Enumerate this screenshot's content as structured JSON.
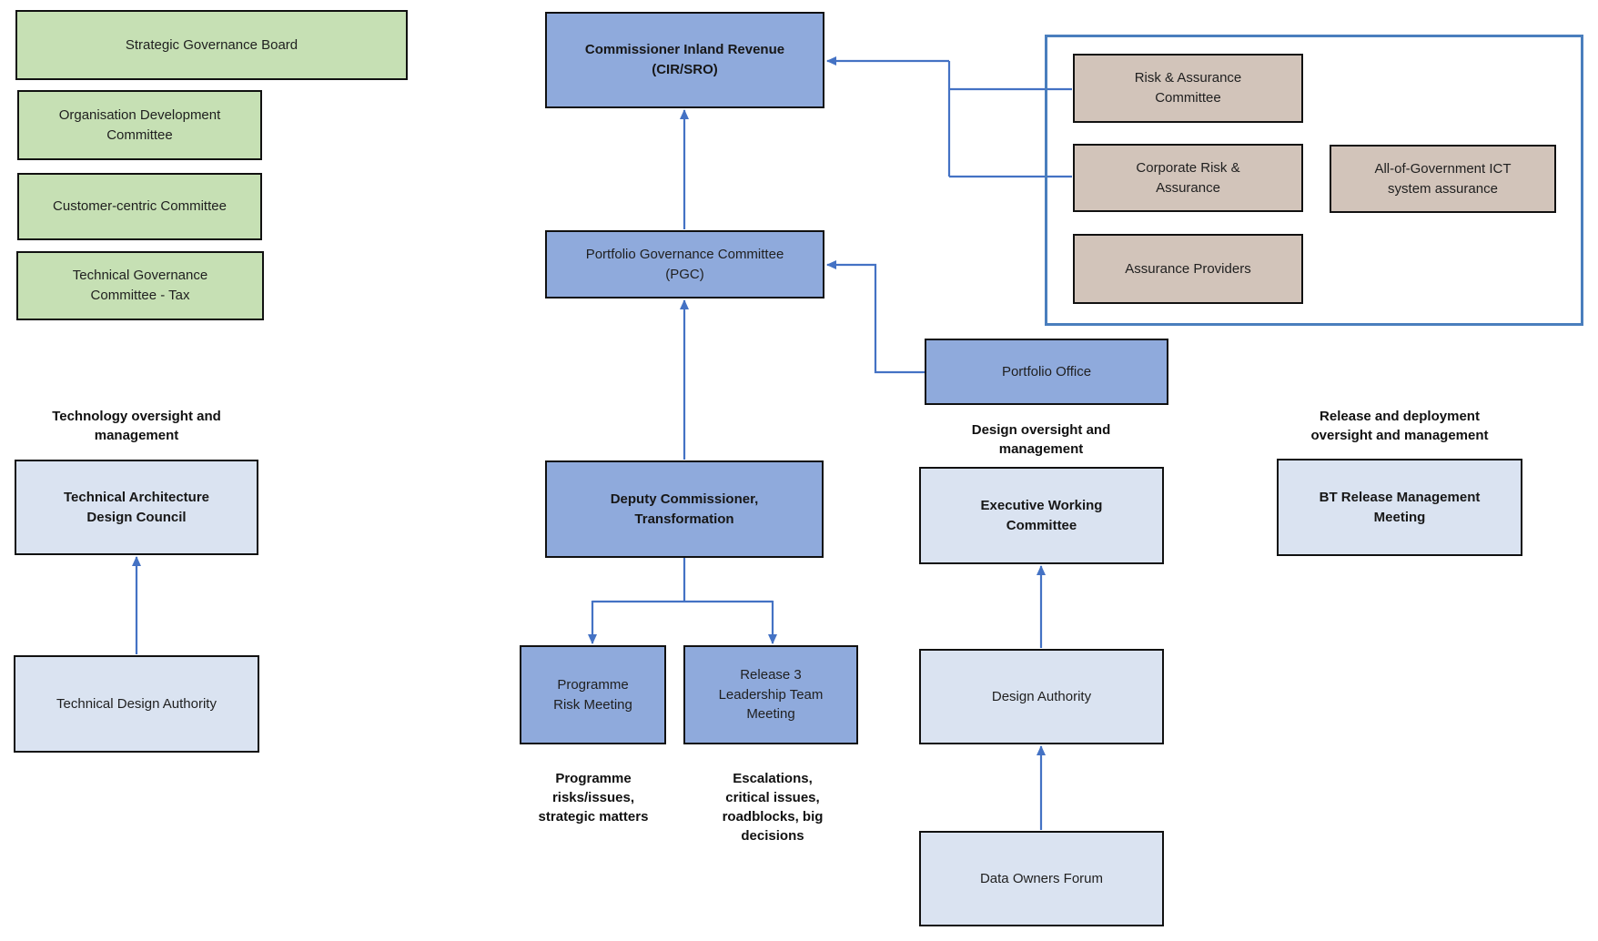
{
  "palette": {
    "green_fill": "#c6e0b4",
    "blue_fill": "#8faadc",
    "light_blue_fill": "#dae3f1",
    "tan_fill": "#d2c4ba",
    "connector_blue": "#4472c4",
    "container_border_blue": "#4a7ebd",
    "box_border": "#111111",
    "text_color": "#1f1f1f"
  },
  "strategic_group": {
    "strategic_board": "Strategic Governance Board",
    "org_dev_committee": "Organisation Development\nCommittee",
    "customer_centric_committee": "Customer-centric Committee",
    "tech_gov_committee_tax": "Technical Governance\nCommittee - Tax"
  },
  "technology": {
    "heading": "Technology oversight and\nmanagement",
    "design_council": "Technical Architecture\nDesign Council",
    "design_authority": "Technical Design Authority"
  },
  "core": {
    "cir": "Commissioner Inland Revenue\n(CIR/SRO)",
    "pgc": "Portfolio Governance Committee\n(PGC)",
    "deputy": "Deputy Commissioner,\nTransformation",
    "programme_risk_meeting": "Programme\nRisk Meeting",
    "programme_risk_caption": "Programme\nrisks/issues,\nstrategic matters",
    "release3_meeting": "Release 3\nLeadership Team\nMeeting",
    "release3_caption": "Escalations,\ncritical issues,\nroadblocks, big\ndecisions",
    "portfolio_office": "Portfolio Office"
  },
  "assurance": {
    "risk_assurance_committee": "Risk & Assurance\nCommittee",
    "corporate_risk_assurance": "Corporate Risk &\nAssurance",
    "assurance_providers": "Assurance Providers",
    "aog_ict_assurance": "All-of-Government ICT\nsystem assurance"
  },
  "design": {
    "heading": "Design oversight and\nmanagement",
    "exec_working_committee": "Executive Working\nCommittee",
    "design_authority": "Design Authority",
    "data_owners_forum": "Data Owners Forum"
  },
  "release": {
    "heading": "Release and deployment\noversight and management",
    "bt_release_meeting": "BT Release Management\nMeeting"
  }
}
